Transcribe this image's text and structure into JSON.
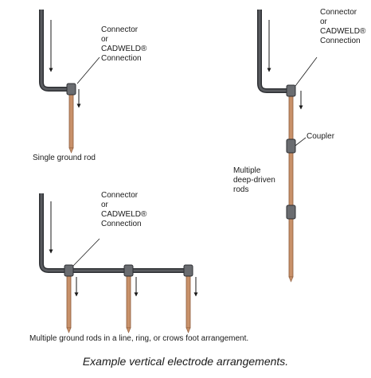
{
  "colors": {
    "pipe": "#4d4f53",
    "pipe_dark": "#2d2f33",
    "rod": "#c8916a",
    "rod_edge": "#8c5a3a",
    "connector": "#6a6c70",
    "arrow": "#1a1a1a"
  },
  "labels": {
    "connector_1": "Connector\nor\nCADWELD®\nConnection",
    "connector_2": "Connector\nor\nCADWELD®\nConnection",
    "connector_3": "Connector\nor\nCADWELD®\nConnection",
    "single_rod": "Single ground rod",
    "coupler": "Coupler",
    "deep_driven": "Multiple\ndeep-driven\nrods",
    "multiple_rods": "Multiple ground rods in a line, ring, or crows foot arrangement."
  },
  "caption": "Example vertical electrode arrangements."
}
